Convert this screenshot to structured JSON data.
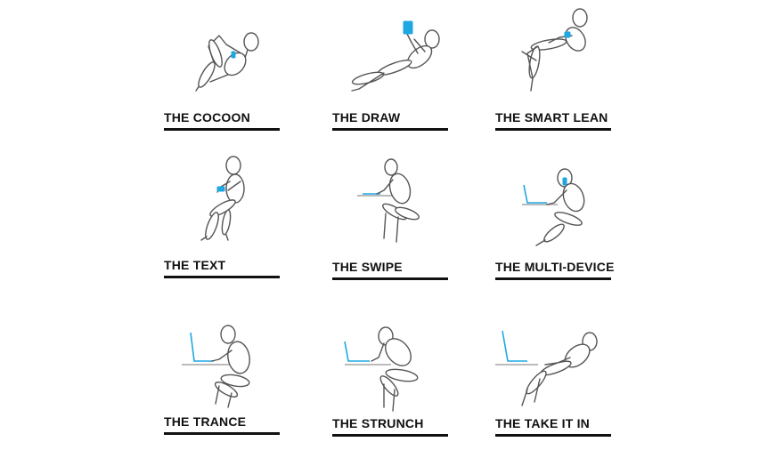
{
  "postures": [
    {
      "label": "THE COCOON",
      "icon": "cocoon-figure-icon"
    },
    {
      "label": "THE DRAW",
      "icon": "draw-figure-icon"
    },
    {
      "label": "THE SMART LEAN",
      "icon": "smart-lean-figure-icon"
    },
    {
      "label": "THE TEXT",
      "icon": "text-figure-icon"
    },
    {
      "label": "THE SWIPE",
      "icon": "swipe-figure-icon"
    },
    {
      "label": "THE MULTI-DEVICE",
      "icon": "multi-device-figure-icon"
    },
    {
      "label": "THE TRANCE",
      "icon": "trance-figure-icon"
    },
    {
      "label": "THE STRUNCH",
      "icon": "strunch-figure-icon"
    },
    {
      "label": "THE TAKE IT IN",
      "icon": "take-it-in-figure-icon"
    }
  ],
  "colors": {
    "device_accent": "#1ea7e1",
    "label_text": "#111111",
    "rule": "#111111"
  }
}
